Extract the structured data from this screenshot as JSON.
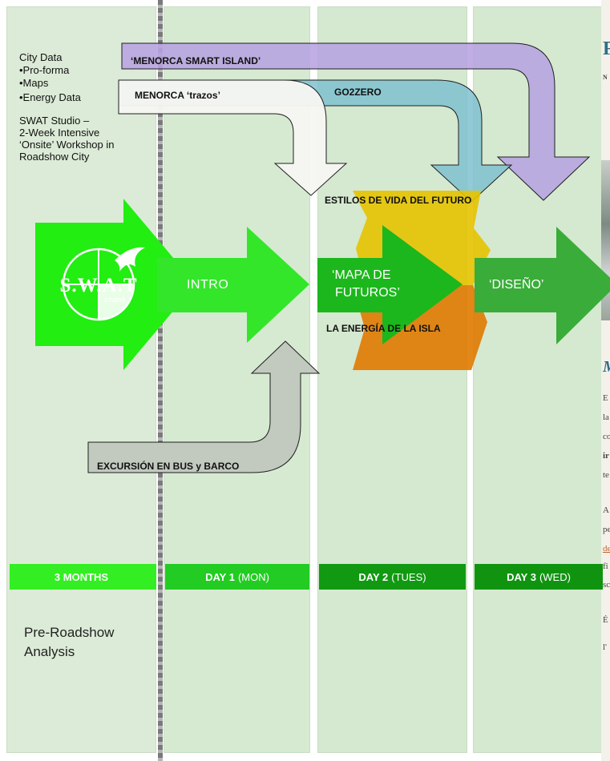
{
  "inputs": {
    "heading": "City Data",
    "bullets": [
      "•Pro-forma",
      "•Maps",
      "•Energy Data"
    ]
  },
  "swat_description": [
    "SWAT Studio –",
    "2-Week Intensive",
    "‘Onsite’ Workshop in",
    "Roadshow City"
  ],
  "logo": {
    "main": "S.W.A.T",
    "sub": "STUDIO"
  },
  "process": {
    "intro": "INTRO",
    "mapa_line1": "‘MAPA DE",
    "mapa_line2": "FUTUROS’",
    "diseno": "‘DISEÑO’"
  },
  "streams": {
    "smart_island": "‘MENORCA SMART ISLAND’",
    "trazos": "MENORCA ‘trazos’",
    "go2zero": "GO2ZERO"
  },
  "themes": {
    "estilos": "ESTILOS DE VIDA DEL FUTURO",
    "energia": "LA ENERGÍA DE LA ISLA"
  },
  "excursion": "EXCURSIÓN EN BUS y BARCO",
  "days": [
    {
      "bold": "3 MONTHS",
      "sub": ""
    },
    {
      "bold": "DAY 1",
      "sub": "(MON)"
    },
    {
      "bold": "DAY 2",
      "sub": "(TUES)"
    },
    {
      "bold": "DAY 3",
      "sub": "(WED)"
    }
  ],
  "pre_roadshow": [
    "Pre-Roadshow",
    "Analysis"
  ],
  "blog_fragments": {
    "title_char": "F",
    "sub_char": "N",
    "heading_char": "M",
    "lines": [
      "E",
      "la",
      "co",
      "ir",
      "te",
      "A",
      "pe",
      "de",
      "fi",
      "sc",
      "É",
      "l'"
    ]
  },
  "colors": {
    "bright_green": "#33ee22",
    "mid_green": "#22cc22",
    "dark_green": "#119911",
    "purple": "#b7a3e0",
    "teal": "#7fc1d0",
    "yellow": "#e5c300",
    "orange": "#e07a00"
  }
}
